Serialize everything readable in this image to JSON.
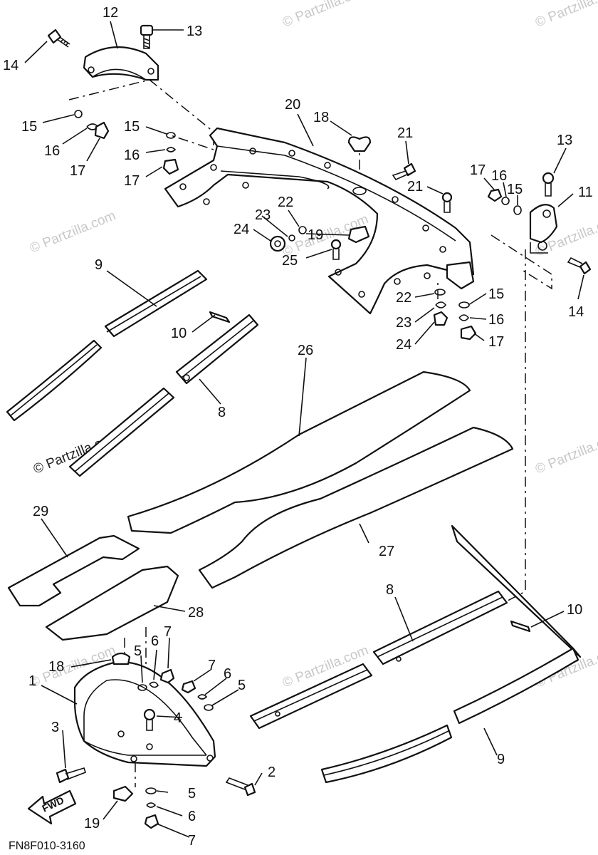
{
  "diagram": {
    "footer_code": "FN8F010-3160",
    "fwd_label": "FWD",
    "watermark": "© Partzilla.com",
    "callouts": {
      "c1": "1",
      "c2": "2",
      "c3": "3",
      "c4": "4",
      "c5a": "5",
      "c5b": "5",
      "c5c": "5",
      "c6a": "6",
      "c6b": "6",
      "c6c": "6",
      "c7a": "7",
      "c7b": "7",
      "c7c": "7",
      "c8a": "8",
      "c8b": "8",
      "c9a": "9",
      "c9b": "9",
      "c10a": "10",
      "c10b": "10",
      "c11": "11",
      "c12": "12",
      "c13a": "13",
      "c13b": "13",
      "c14a": "14",
      "c14b": "14",
      "c15a": "15",
      "c15b": "15",
      "c15c": "15",
      "c15d": "15",
      "c16a": "16",
      "c16b": "16",
      "c16c": "16",
      "c16d": "16",
      "c17a": "17",
      "c17b": "17",
      "c17c": "17",
      "c17d": "17",
      "c18a": "18",
      "c18b": "18",
      "c19a": "19",
      "c19b": "19",
      "c20": "20",
      "c21a": "21",
      "c21b": "21",
      "c22a": "22",
      "c22b": "22",
      "c23a": "23",
      "c23b": "23",
      "c24a": "24",
      "c24b": "24",
      "c25": "25",
      "c26": "26",
      "c27": "27",
      "c28": "28",
      "c29": "29"
    }
  }
}
